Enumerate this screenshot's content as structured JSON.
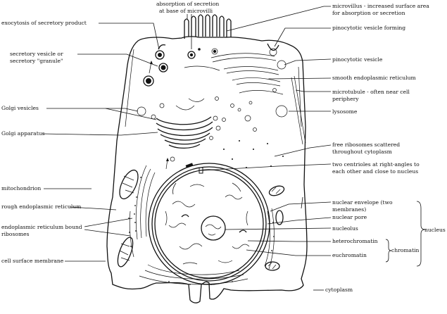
{
  "labels": {
    "absorption": [
      "absorption of secretion",
      "at base of microvilli"
    ],
    "microvillus": [
      "microvillus - increased surface area",
      "for absorption or secretion"
    ],
    "exocytosis": [
      "exocytosis of secretory product"
    ],
    "pinocytotic_forming": [
      "pinocytotic vesicle forming"
    ],
    "secretory_vesicle": [
      "secretory vesicle or",
      "secretory \"granule\""
    ],
    "pinocytotic_vesicle": [
      "pinocytotic vesicle"
    ],
    "smooth_er": [
      "smooth endoplasmic reticulum"
    ],
    "microtubule": [
      "microtubule - often near cell",
      "periphery"
    ],
    "golgi_vesicles": [
      "Golgi vesicles"
    ],
    "lysosome": [
      "lysosome"
    ],
    "golgi_apparatus": [
      "Golgi apparatus"
    ],
    "free_ribosomes": [
      "free ribosomes scattered",
      "throughout cytoplasm"
    ],
    "centrioles": [
      "two centrioles at right-angles to",
      "each other and close to nucleus"
    ],
    "mitochondrion": [
      "mitochondrion"
    ],
    "rough_er": [
      "rough endoplasmic reticulum"
    ],
    "nuclear_envelope": [
      "nuclear envelope (two",
      "membranes)"
    ],
    "nuclear_pore": [
      "nuclear pore"
    ],
    "er_bound_ribosomes": [
      "endoplasmic reticulum bound",
      "ribosomes"
    ],
    "nucleolus": [
      "nucleolus"
    ],
    "nucleus": [
      "nucleus"
    ],
    "heterochromatin": [
      "heterochromatin"
    ],
    "chromatin": [
      "chromatin"
    ],
    "cell_surface_membrane": [
      "cell surface membrane"
    ],
    "euchromatin": [
      "euchromatin"
    ],
    "cytoplasm": [
      "cytoplasm"
    ]
  }
}
